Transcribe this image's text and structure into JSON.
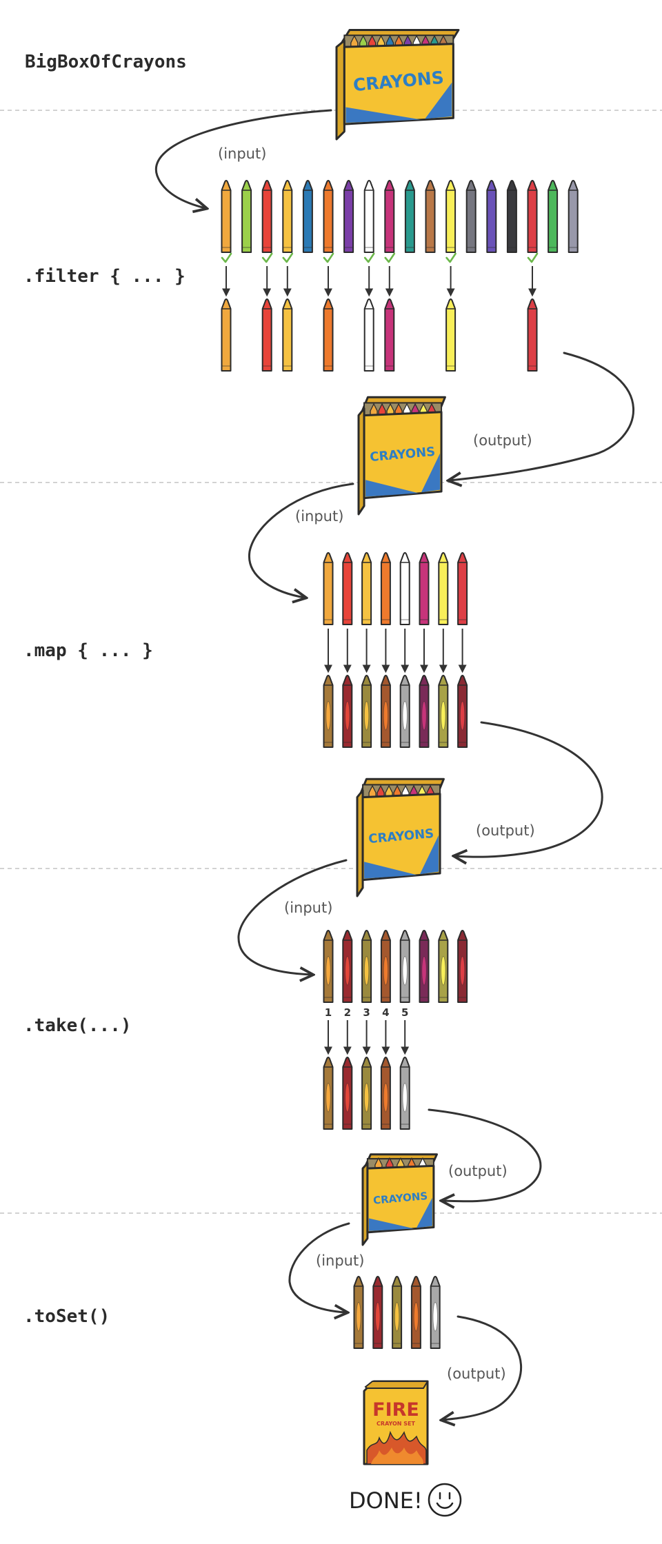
{
  "stages": [
    {
      "label": "BigBoxOfCrayons"
    },
    {
      "label": ".filter { ... }"
    },
    {
      "label": ".map { ... }"
    },
    {
      "label": ".take(...)"
    },
    {
      "label": ".toSet()"
    }
  ],
  "notes": {
    "input": "(input)",
    "output": "(output)"
  },
  "box_text": "CRAYONS",
  "fire_box": {
    "title": "FIRE",
    "subtitle": "CRAYON SET"
  },
  "done_text": "DONE!",
  "take_numbers": [
    "1",
    "2",
    "3",
    "4",
    "5"
  ],
  "colors": {
    "box_yellow": "#f5c232",
    "box_blue": "#3a78c2",
    "outline": "#2b2b2b",
    "check_green": "#6cb84a",
    "fire_red": "#c6372b"
  },
  "crayons": {
    "original": [
      {
        "color": "#f0a83e",
        "kept": true
      },
      {
        "color": "#9bd04a",
        "kept": false
      },
      {
        "color": "#e8443a",
        "kept": true
      },
      {
        "color": "#f5c242",
        "kept": true
      },
      {
        "color": "#2b7ab5",
        "kept": false
      },
      {
        "color": "#ee7a2d",
        "kept": true
      },
      {
        "color": "#7b3fa8",
        "kept": false
      },
      {
        "color": "#ffffff",
        "kept": true
      },
      {
        "color": "#c7347a",
        "kept": true
      },
      {
        "color": "#2a9a8e",
        "kept": false
      },
      {
        "color": "#b97848",
        "kept": false
      },
      {
        "color": "#f8ef5a",
        "kept": true
      },
      {
        "color": "#767680",
        "kept": false
      },
      {
        "color": "#6a52b8",
        "kept": false
      },
      {
        "color": "#3a3a3e",
        "kept": false
      },
      {
        "color": "#dd3f46",
        "kept": true
      },
      {
        "color": "#4db85c",
        "kept": false
      },
      {
        "color": "#9898aa",
        "kept": false
      }
    ],
    "filtered": [
      "#f0a83e",
      "#e8443a",
      "#f5c242",
      "#ee7a2d",
      "#ffffff",
      "#c7347a",
      "#f8ef5a",
      "#dd3f46"
    ],
    "mapped": [
      "#a67a3a",
      "#9a2a30",
      "#9a8a3e",
      "#a4582e",
      "#a8a8a8",
      "#7a2a58",
      "#a8a248",
      "#8a2a34"
    ],
    "mapped_highlights": [
      "#f5a83e",
      "#e2463a",
      "#f5c242",
      "#ee7a2d",
      "#ffffff",
      "#c7347a",
      "#f8ef5a",
      "#dd3f46"
    ],
    "taken_count": 5
  }
}
